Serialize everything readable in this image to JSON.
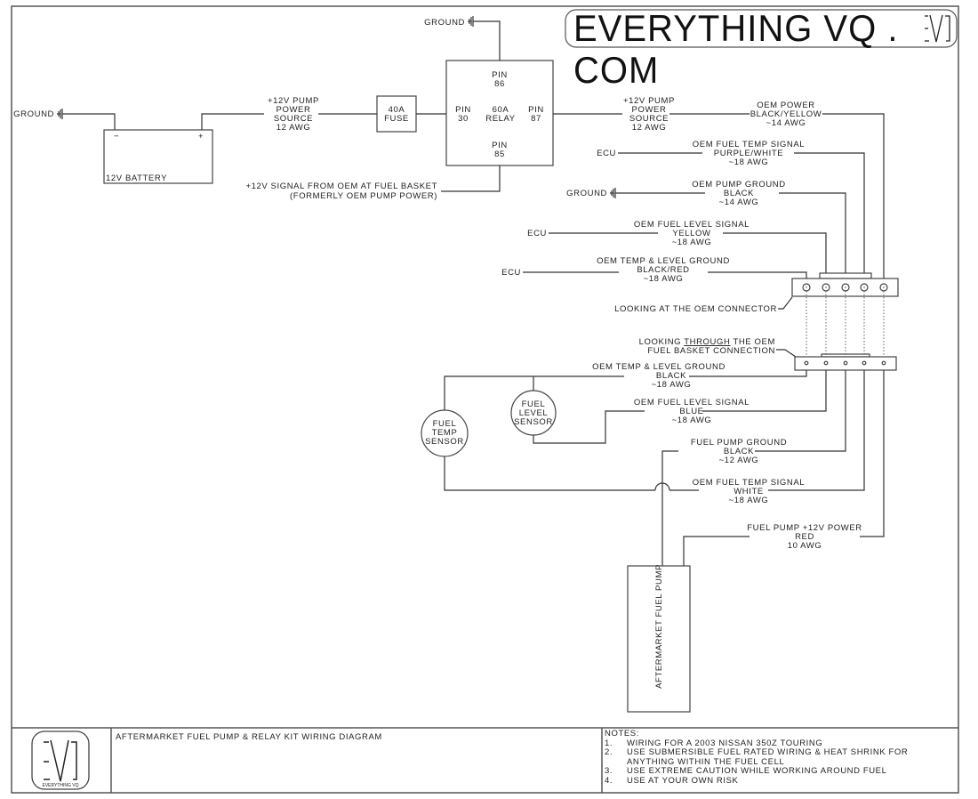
{
  "header": {
    "brand": "EVERYTHING VQ . COM",
    "brand_logo": "EVQ"
  },
  "battery": {
    "ground_label": "GROUND",
    "minus": "−",
    "plus": "+",
    "label": "12V BATTERY"
  },
  "pump_source_left": [
    "+12V PUMP",
    "POWER",
    "SOURCE",
    "12 AWG"
  ],
  "fuse": [
    "40A",
    "FUSE"
  ],
  "relay": {
    "ground_label": "GROUND",
    "pin86": [
      "PIN",
      "86"
    ],
    "pin30": [
      "PIN",
      "30"
    ],
    "center": [
      "60A",
      "RELAY"
    ],
    "pin87": [
      "PIN",
      "87"
    ],
    "pin85": [
      "PIN",
      "85"
    ],
    "signal": [
      "+12V SIGNAL FROM OEM AT FUEL BASKET",
      "(FORMERLY OEM PUMP POWER)"
    ]
  },
  "pump_source_right": [
    "+12V PUMP",
    "POWER",
    "SOURCE",
    "12 AWG"
  ],
  "oem_wires": [
    {
      "lines": [
        "OEM POWER",
        "BLACK/YELLOW",
        "~14 AWG"
      ],
      "end": ""
    },
    {
      "lines": [
        "OEM FUEL TEMP SIGNAL",
        "PURPLE/WHITE",
        "~18 AWG"
      ],
      "end": "ECU"
    },
    {
      "lines": [
        "OEM PUMP GROUND",
        "BLACK",
        "~14 AWG"
      ],
      "end": "GROUND"
    },
    {
      "lines": [
        "OEM FUEL LEVEL SIGNAL",
        "YELLOW",
        "~18 AWG"
      ],
      "end": "ECU"
    },
    {
      "lines": [
        "OEM TEMP & LEVEL GROUND",
        "BLACK/RED",
        "~18 AWG"
      ],
      "end": "ECU"
    }
  ],
  "connectors": {
    "oem_label": "LOOKING AT THE OEM CONNECTOR",
    "basket_label_pre": "LOOKING ",
    "basket_label_underline": "THROUGH",
    "basket_label_post": " THE OEM",
    "basket_label_2": "FUEL BASKET CONNECTION"
  },
  "basket_wires": [
    {
      "lines": [
        "OEM TEMP & LEVEL GROUND",
        "BLACK",
        "~18 AWG"
      ]
    },
    {
      "lines": [
        "OEM FUEL LEVEL SIGNAL",
        "BLUE",
        "~18 AWG"
      ]
    },
    {
      "lines": [
        "FUEL PUMP GROUND",
        "BLACK",
        "~12 AWG"
      ]
    },
    {
      "lines": [
        "OEM FUEL TEMP SIGNAL",
        "WHITE",
        "~18 AWG"
      ]
    },
    {
      "lines": [
        "FUEL PUMP +12V POWER",
        "RED",
        "10 AWG"
      ]
    }
  ],
  "sensors": {
    "temp": [
      "FUEL",
      "TEMP",
      "SENSOR"
    ],
    "level": [
      "FUEL",
      "LEVEL",
      "SENSOR"
    ]
  },
  "pump": {
    "label": "AFTERMARKET FUEL PUMP"
  },
  "title_block": {
    "logo_text": "EVERYTHING VQ",
    "title": "AFTERMARKET FUEL PUMP & RELAY KIT WIRING DIAGRAM",
    "notes_heading": "NOTES:",
    "notes": [
      {
        "num": "1.",
        "text": "WIRING FOR A 2003 NISSAN 350Z TOURING"
      },
      {
        "num": "2.",
        "text": "USE SUBMERSIBLE FUEL RATED WIRING & HEAT SHRINK FOR"
      },
      {
        "num": "",
        "text": "ANYTHING WITHIN THE FUEL CELL"
      },
      {
        "num": "3.",
        "text": "USE EXTREME CAUTION WHILE WORKING AROUND FUEL"
      },
      {
        "num": "4.",
        "text": "USE AT YOUR OWN RISK"
      }
    ]
  }
}
